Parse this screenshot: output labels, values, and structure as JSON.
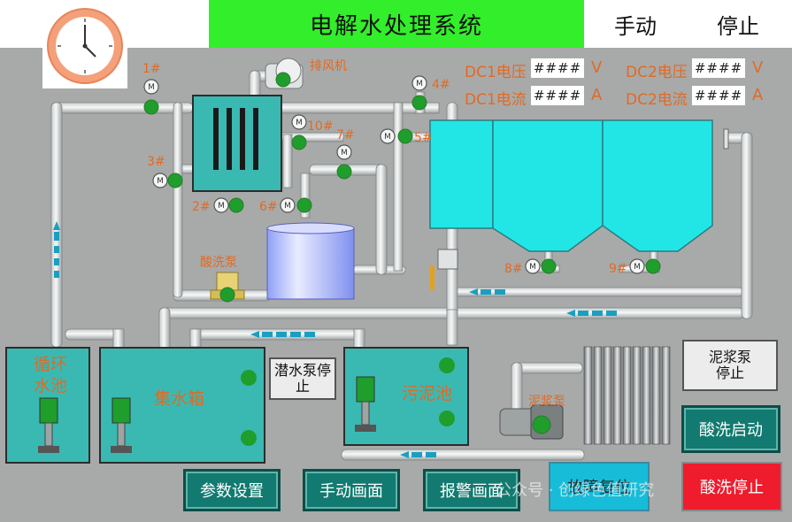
{
  "header": {
    "title": "电解水处理系统",
    "manual_label": "手动",
    "stop_label": "停止"
  },
  "readouts": {
    "dc1_voltage": {
      "label": "DC1电压",
      "value": "####",
      "unit": "V"
    },
    "dc1_current": {
      "label": "DC1电流",
      "value": "####",
      "unit": "A"
    },
    "dc2_voltage": {
      "label": "DC2电压",
      "value": "####",
      "unit": "V"
    },
    "dc2_current": {
      "label": "DC2电流",
      "value": "####",
      "unit": "A"
    }
  },
  "equipment": {
    "exhaust_fan": "排风机",
    "pickling_pump": "酸洗泵",
    "sludge_pump": "泥浆泵",
    "valves": [
      "1#",
      "2#",
      "3#",
      "4#",
      "5#",
      "6#",
      "7#",
      "8#",
      "9#",
      "10#"
    ]
  },
  "tanks": {
    "circulation": "循环水池",
    "collection": "集水箱",
    "sludge": "污泥池"
  },
  "buttons": {
    "submersible_pump": "潜水泵停止",
    "sludge_pump": "泥浆泵停止",
    "pickling_start": "酸洗启动",
    "param_settings": "参数设置",
    "manual_screen": "手动画面",
    "alarm_screen": "报警画面",
    "fault_reset": "故障复位",
    "pickling_stop": "酸洗停止"
  },
  "watermark": "公众号 · 创绿色值研究",
  "colors": {
    "title_bg": "#33ee2a",
    "indicator_green": "#1f9e2c",
    "tank_cyan": "#3ab9b3",
    "reactor_cyan": "#22e6e6",
    "nav_teal": "#127a70",
    "stop_red": "#ee1c2d",
    "reset_cyan": "#17bcd8",
    "label_orange": "#e06a25"
  }
}
